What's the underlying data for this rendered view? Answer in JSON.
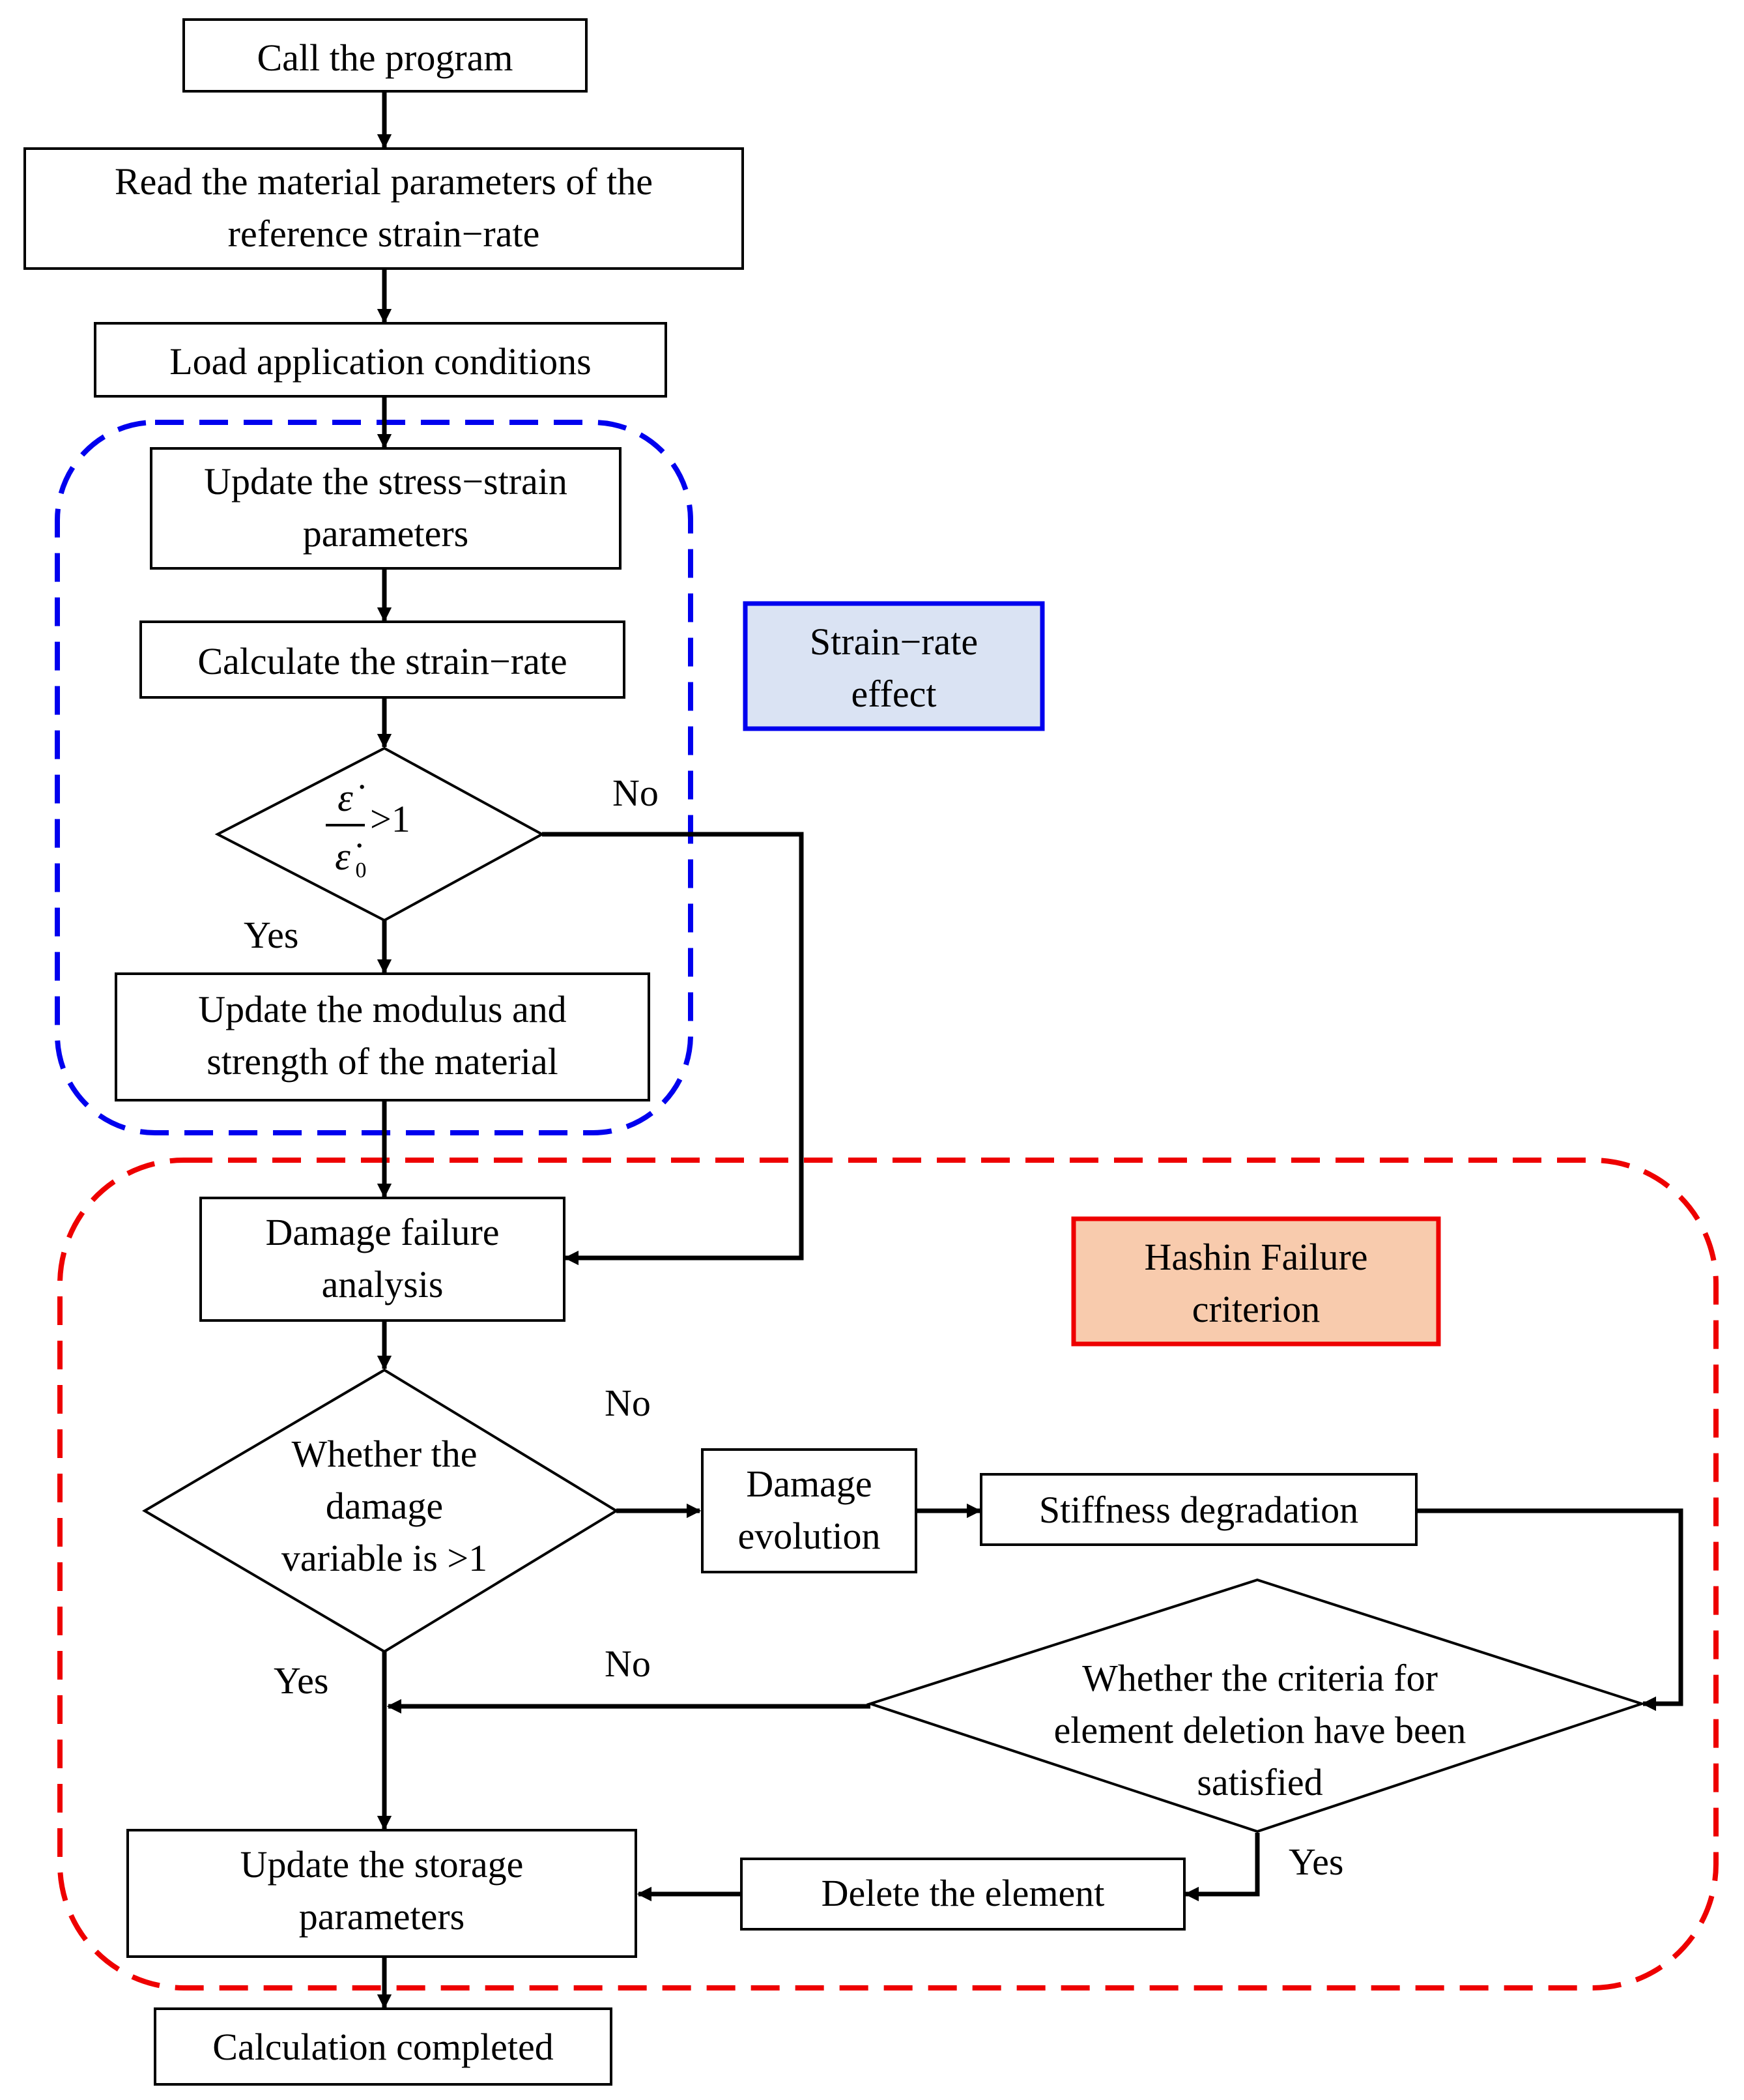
{
  "diagram": {
    "nodes": {
      "call_program": [
        "Call the program"
      ],
      "read_params": [
        "Read the material parameters of the",
        "reference strain−rate"
      ],
      "load_conditions": [
        "Load application conditions"
      ],
      "update_stress_strain": [
        "Update the stress−strain",
        "parameters"
      ],
      "calc_strain_rate": [
        "Calculate the strain−rate"
      ],
      "update_modulus": [
        "Update the modulus and",
        "strength of the material"
      ],
      "damage_failure": [
        "Damage failure",
        "analysis"
      ],
      "damage_evolution": [
        "Damage",
        "evolution"
      ],
      "stiffness_degradation": [
        "Stiffness degradation"
      ],
      "update_storage": [
        "Update the storage",
        "parameters"
      ],
      "delete_element": [
        "Delete the element"
      ],
      "calc_completed": [
        "Calculation completed"
      ],
      "damage_variable_decision": [
        "Whether the",
        "damage",
        "variable is >1"
      ],
      "deletion_criteria_decision": [
        "Whether the criteria for",
        "element deletion have been",
        "satisfied"
      ]
    },
    "strain_rate_condition": {
      "numerator": "ε̇",
      "denominator": "ε̇",
      "denominator_subscript": "0",
      "relation": ">1"
    },
    "edge_labels": {
      "ratio_no": "No",
      "ratio_yes": "Yes",
      "damage_no": "No",
      "damage_yes": "Yes",
      "deletion_no": "No",
      "deletion_yes": "Yes"
    },
    "groups": {
      "strain_rate_effect": {
        "label": [
          "Strain−rate",
          "effect"
        ],
        "border_color": "#0000ee",
        "fill_color": "#dae3f3"
      },
      "hashin_failure": {
        "label": [
          "Hashin Failure",
          "criterion"
        ],
        "border_color": "#ee0000",
        "fill_color": "#f8cbad"
      }
    }
  }
}
